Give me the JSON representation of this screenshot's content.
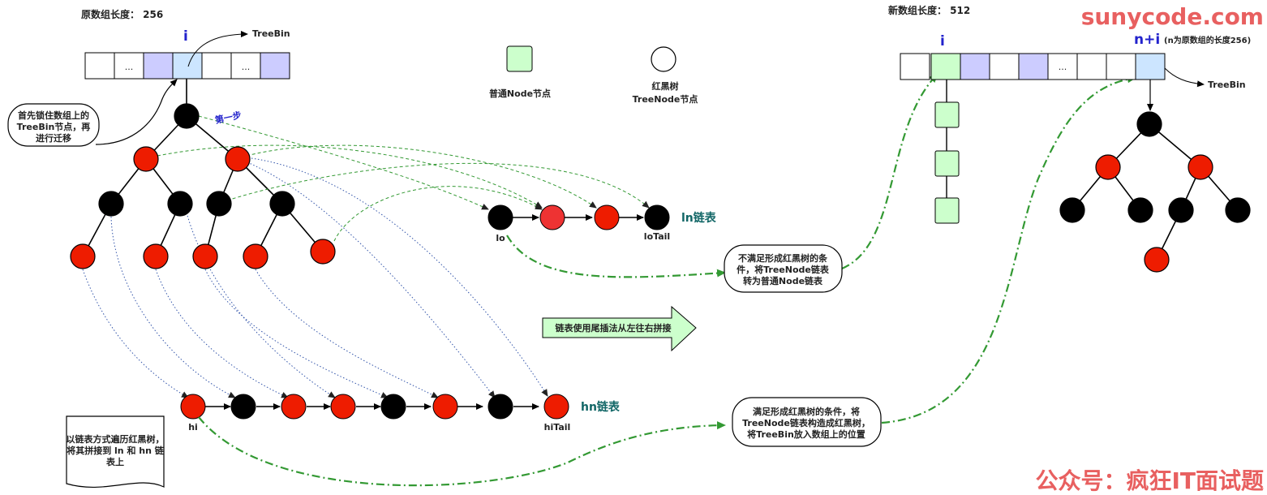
{
  "watermark_top": "sunycode.com",
  "watermark_bottom": "公众号：疯狂IT面试题",
  "old_array": {
    "length_label": "原数组长度： 256",
    "index_label": "i",
    "treebin_label": "TreeBin",
    "ellipsis": "..."
  },
  "new_array": {
    "length_label": "新数组长度： 512",
    "index_i": "i",
    "index_ni": "n+i",
    "ni_note": "(n为原数组的长度256)",
    "treebin_label": "TreeBin",
    "ellipsis": "..."
  },
  "legend": {
    "node_label": "普通Node节点",
    "treenode_label_1": "红黑树",
    "treenode_label_2": "TreeNode节点"
  },
  "callouts": {
    "lock_1": "首先锁住数组上的",
    "lock_2": "TreeBin节点，再",
    "lock_3": "进行迁移",
    "step1": "第一步",
    "not_tree_1": "不满足形成红黑树的条",
    "not_tree_2": "件，将TreeNode链表",
    "not_tree_3": "转为普通Node链表",
    "is_tree_1": "满足形成红黑树的条件，将",
    "is_tree_2": "TreeNode链表构造成红黑树，",
    "is_tree_3": "将TreeBin放入数组上的位置",
    "tail_insert": "链表使用尾插法从左往右拼接",
    "doc_1": "以链表方式遍历红黑树，",
    "doc_2": "将其拼接到 ln 和 hn 链",
    "doc_3": "表上"
  },
  "lists": {
    "ln_label": "ln链表",
    "lo_label": "lo",
    "lotail_label": "loTail",
    "hn_label": "hn链表",
    "hi_label": "hi",
    "hitail_label": "hiTail"
  },
  "colors": {
    "red_node": "#ee1c00",
    "black_node": "#000000",
    "lavender_cell": "#ccccff",
    "blue_cell": "#cce5ff",
    "green_node": "#ccffcc",
    "green_arrow": "#339933",
    "blue_dotted": "#3355aa",
    "watermark": "#e86060",
    "label_blue": "#2222cc",
    "label_teal": "#116666"
  }
}
